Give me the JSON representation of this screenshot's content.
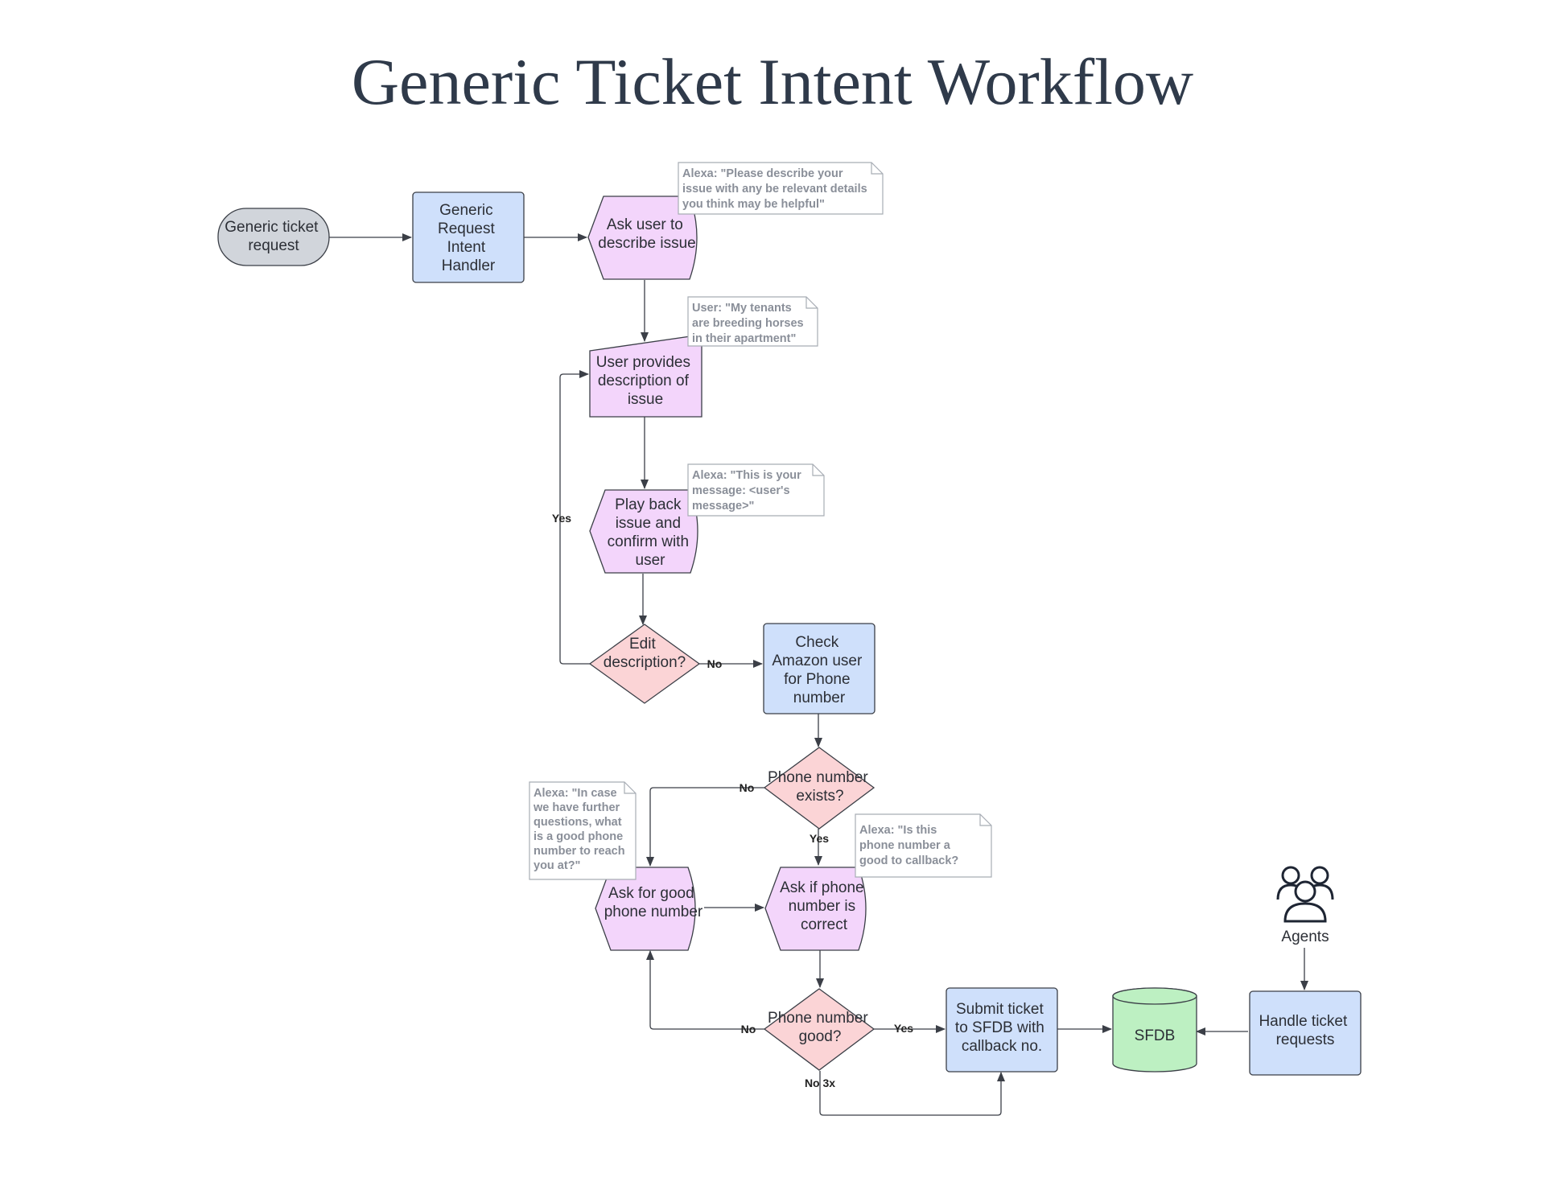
{
  "title": "Generic Ticket Intent Workflow",
  "colors": {
    "terminal": "#d1d5db",
    "process": "#cfe0fb",
    "display": "#f3d5fb",
    "decision": "#fbd4d6",
    "database": "#bdf0c2",
    "stroke": "#3b3f47",
    "note_text": "#8a8f99"
  },
  "nodes": {
    "generic_ticket_request": [
      "Generic ticket",
      "request"
    ],
    "generic_request_handler": [
      "Generic",
      "Request",
      "Intent",
      "Handler"
    ],
    "ask_describe": [
      "Ask user to",
      "describe issue"
    ],
    "user_provides": [
      "User provides",
      "description of",
      "issue"
    ],
    "play_back": [
      "Play back",
      "issue and",
      "confirm with",
      "user"
    ],
    "edit_description": [
      "Edit",
      "description?"
    ],
    "check_amazon": [
      "Check",
      "Amazon user",
      "for Phone",
      "number"
    ],
    "phone_exists": [
      "Phone number",
      "exists?"
    ],
    "ask_good_phone": [
      "Ask for good",
      "phone number"
    ],
    "ask_if_correct": [
      "Ask if phone",
      "number is",
      "correct"
    ],
    "phone_good": [
      "Phone number",
      "good?"
    ],
    "submit_ticket": [
      "Submit ticket",
      "to SFDB with",
      "callback no."
    ],
    "sfdb": [
      "SFDB"
    ],
    "handle_requests": [
      "Handle ticket",
      "requests"
    ],
    "agents": [
      "Agents"
    ]
  },
  "notes": {
    "describe_prompt": [
      "Alexa: \"Please describe your",
      "issue with any be relevant details",
      "you think may be helpful\""
    ],
    "user_example": [
      "User: \"My tenants",
      "are breeding horses",
      "in their apartment\""
    ],
    "playback_prompt": [
      "Alexa: \"This is your",
      "message: <user's",
      "message>\""
    ],
    "phone_prompt": [
      "Alexa: \"In case",
      "we have further",
      "questions, what",
      "is a good phone",
      "number to reach",
      "you at?\""
    ],
    "confirm_prompt": [
      "Alexa: \"Is this",
      "phone number a",
      "good to callback?"
    ]
  },
  "edge_labels": {
    "yes_loop": "Yes",
    "no_edit": "No",
    "no_exists": "No",
    "yes_exists": "Yes",
    "no_good": "No",
    "yes_good": "Yes",
    "no_3x": "No 3x"
  }
}
